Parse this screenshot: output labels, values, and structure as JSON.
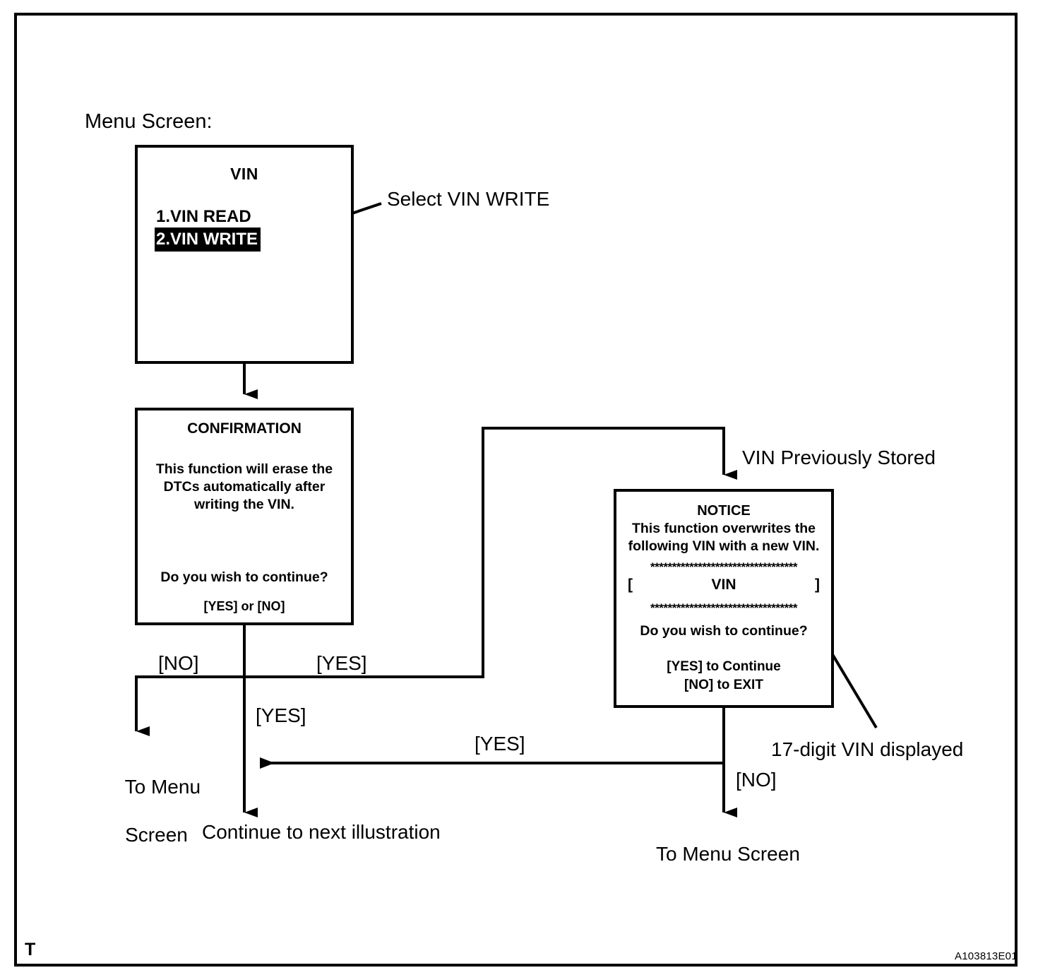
{
  "figure": {
    "corner_mark": "T",
    "code": "A103813E01"
  },
  "labels": {
    "menu_screen": "Menu Screen:",
    "select_vin_write": "Select VIN WRITE",
    "vin_previously_stored": "VIN Previously Stored",
    "seventeen_digit_vin": "17-digit VIN displayed",
    "no_left": "[NO]",
    "yes_top": "[YES]",
    "yes_mid": "[YES]",
    "yes_bottom": "[YES]",
    "no_right": "[NO]",
    "to_menu_screen_left_line1": "To Menu",
    "to_menu_screen_left_line2": "Screen",
    "continue_next_illustration": "Continue to next illustration",
    "to_menu_screen_right": "To Menu Screen"
  },
  "screens": {
    "vin_menu": {
      "title": "VIN",
      "items": [
        {
          "label": "1.VIN READ",
          "selected": false
        },
        {
          "label": "2.VIN WRITE",
          "selected": true
        }
      ]
    },
    "confirmation": {
      "title": "CONFIRMATION",
      "body_line1": "This function will erase the",
      "body_line2": "DTCs automatically after",
      "body_line3": "writing the VIN.",
      "question": "Do you wish to continue?",
      "options": "[YES] or [NO]"
    },
    "notice": {
      "title": "NOTICE",
      "body_line1": "This function overwrites the",
      "body_line2": "following VIN with a new VIN.",
      "stars": "**********************************",
      "vin_bracket_open": "[",
      "vin_placeholder": "VIN",
      "vin_bracket_close": "]",
      "question": "Do you wish to continue?",
      "action_yes": "[YES] to Continue",
      "action_no": "[NO] to EXIT"
    }
  },
  "colors": {
    "ink": "#000000",
    "paper": "#ffffff",
    "highlight_bg": "#000000",
    "highlight_fg": "#ffffff"
  }
}
